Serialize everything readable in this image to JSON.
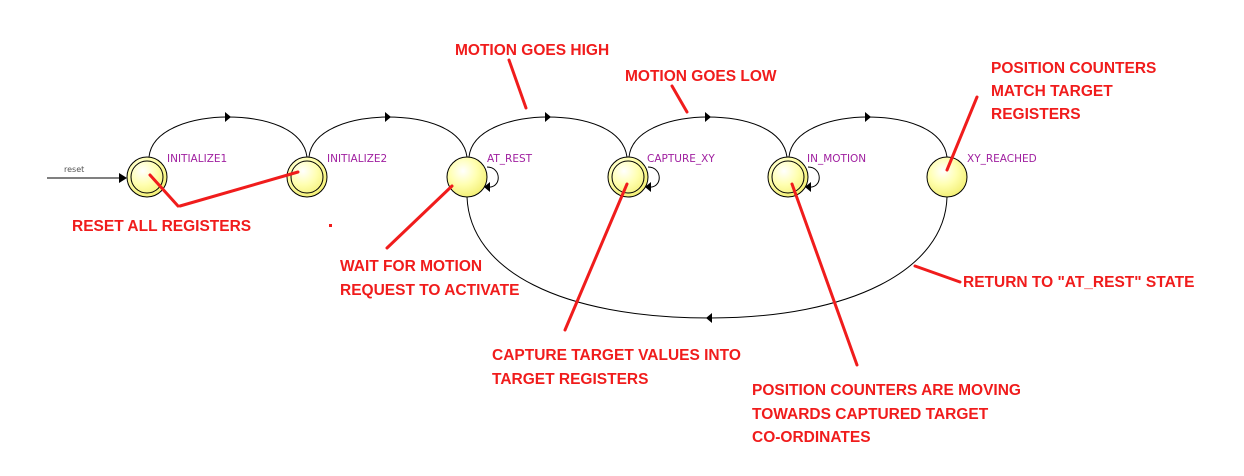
{
  "diagram": {
    "reset_label": "reset",
    "states": [
      {
        "id": "INITIALIZE1",
        "label": "INITIALIZE1",
        "double": true
      },
      {
        "id": "INITIALIZE2",
        "label": "INITIALIZE2",
        "double": true
      },
      {
        "id": "AT_REST",
        "label": "AT_REST",
        "double": false
      },
      {
        "id": "CAPTURE_XY",
        "label": "CAPTURE_XY",
        "double": true
      },
      {
        "id": "IN_MOTION",
        "label": "IN_MOTION",
        "double": true
      },
      {
        "id": "XY_REACHED",
        "label": "XY_REACHED",
        "double": false
      }
    ],
    "transitions": [
      [
        "INITIALIZE1",
        "INITIALIZE2"
      ],
      [
        "INITIALIZE2",
        "AT_REST"
      ],
      [
        "AT_REST",
        "CAPTURE_XY"
      ],
      [
        "CAPTURE_XY",
        "IN_MOTION"
      ],
      [
        "IN_MOTION",
        "XY_REACHED"
      ],
      [
        "XY_REACHED",
        "AT_REST"
      ],
      [
        "AT_REST",
        "AT_REST"
      ],
      [
        "CAPTURE_XY",
        "CAPTURE_XY"
      ],
      [
        "IN_MOTION",
        "IN_MOTION"
      ]
    ],
    "colors": {
      "state_fill": "#ffff99",
      "annotation": "#f01c1c",
      "state_label": "#a020a0"
    }
  },
  "annotations": {
    "motion_high": "MOTION GOES HIGH",
    "motion_low": "MOTION GOES LOW",
    "match": [
      "POSITION COUNTERS",
      "MATCH TARGET",
      "REGISTERS"
    ],
    "reset": "RESET ALL REGISTERS",
    "wait": [
      "WAIT FOR MOTION",
      "REQUEST TO ACTIVATE"
    ],
    "return": "RETURN TO \"AT_REST\" STATE",
    "capture": [
      "CAPTURE TARGET VALUES INTO",
      "TARGET REGISTERS"
    ],
    "moving": [
      "POSITION COUNTERS ARE MOVING",
      "TOWARDS CAPTURED TARGET",
      "CO-ORDINATES"
    ]
  }
}
